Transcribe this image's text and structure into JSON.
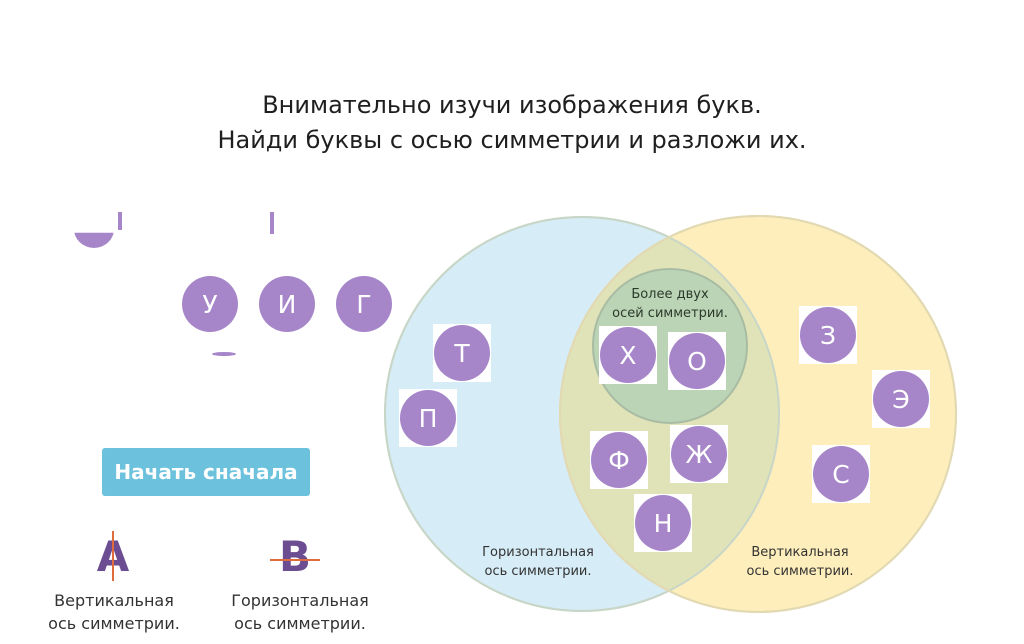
{
  "instructions": {
    "line1": "Внимательно изучи изображения букв.",
    "line2": "Найди буквы с осью симметрии и разложи их."
  },
  "tray_letters": [
    {
      "name": "letter-u",
      "char": "У"
    },
    {
      "name": "letter-i",
      "char": "И"
    },
    {
      "name": "letter-g",
      "char": "Г"
    }
  ],
  "venn": {
    "colors": {
      "horizontal_circle": "#d6ecf6",
      "vertical_circle": "#fdeebb",
      "overlap": "#e0e2b8",
      "center_circle": "#bcd4b6",
      "letter": "#a686c9"
    },
    "center_label_line1": "Более двух",
    "center_label_line2": "осей симметрии.",
    "horizontal_label_line1": "Горизонтальная",
    "horizontal_label_line2": "ось симметрии.",
    "vertical_label_line1": "Вертикальная",
    "vertical_label_line2": "ось симметрии."
  },
  "placed_letters": {
    "t": "Т",
    "p": "П",
    "x": "Х",
    "o": "О",
    "f": "Ф",
    "zh": "Ж",
    "n": "Н",
    "z": "З",
    "e": "Э",
    "s": "С"
  },
  "restart_label": "Начать сначала",
  "legend": {
    "vertical": {
      "glyph": "A",
      "line1": "Вертикальная",
      "line2": "ось симметрии."
    },
    "horizontal": {
      "glyph": "B",
      "line1": "Горизонтальная",
      "line2": "ось симметрии."
    }
  }
}
